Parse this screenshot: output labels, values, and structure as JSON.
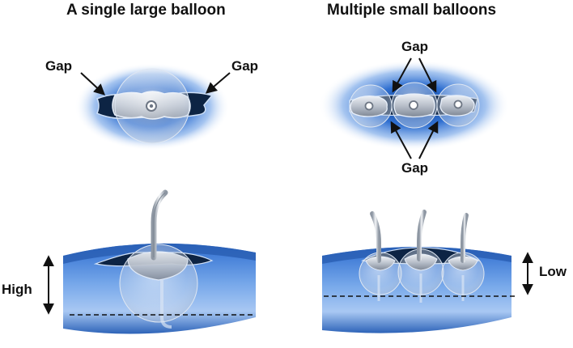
{
  "titles": {
    "left": "A single large balloon",
    "right": "Multiple small balloons"
  },
  "labels": {
    "gap": "Gap",
    "high": "High",
    "low": "Low"
  },
  "colors": {
    "tissue_blue": "#3b7fd6",
    "dark_lumen": "#0d2444",
    "balloon_gray": "#c9ced6",
    "dashed_line": "#111111"
  }
}
